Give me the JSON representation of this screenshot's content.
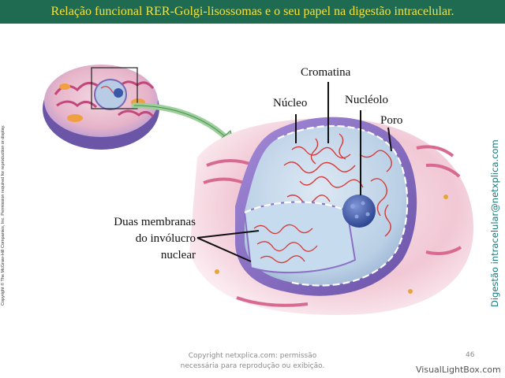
{
  "header": {
    "title": "Relação funcional RER-Golgi-lisossomas e o seu papel na digestão intracelular."
  },
  "side_copyright": "Copyright © The McGraw-Hill Companies, Inc. Permission required for reproduction or display.",
  "side_watermark": "Digestão intracelular@netxplica.com",
  "labels": {
    "cromatina": "Cromatina",
    "nucleo": "Núcleo",
    "nucleolo": "Nucléolo",
    "poro": "Poro",
    "membranas_line1": "Duas membranas",
    "membranas_line2": "do invólucro",
    "membranas_line3": "nuclear"
  },
  "footer": {
    "credit_line1": "Copyright netxplica.com: permissão",
    "credit_line2": "necessária para reprodução ou exibição.",
    "page_number": "46",
    "watermark": "VisualLightBox.com"
  },
  "colors": {
    "title_bg": "#1e6b52",
    "title_text": "#f6e23a",
    "nucleus_interior": "#bcd4e8",
    "chromatin": "#d83a3a",
    "nucleolus": "#3a58a8",
    "envelope": "#8a6fc4",
    "cytoplasm": "#f2c9d4",
    "arrow": "#9ccf9c"
  }
}
